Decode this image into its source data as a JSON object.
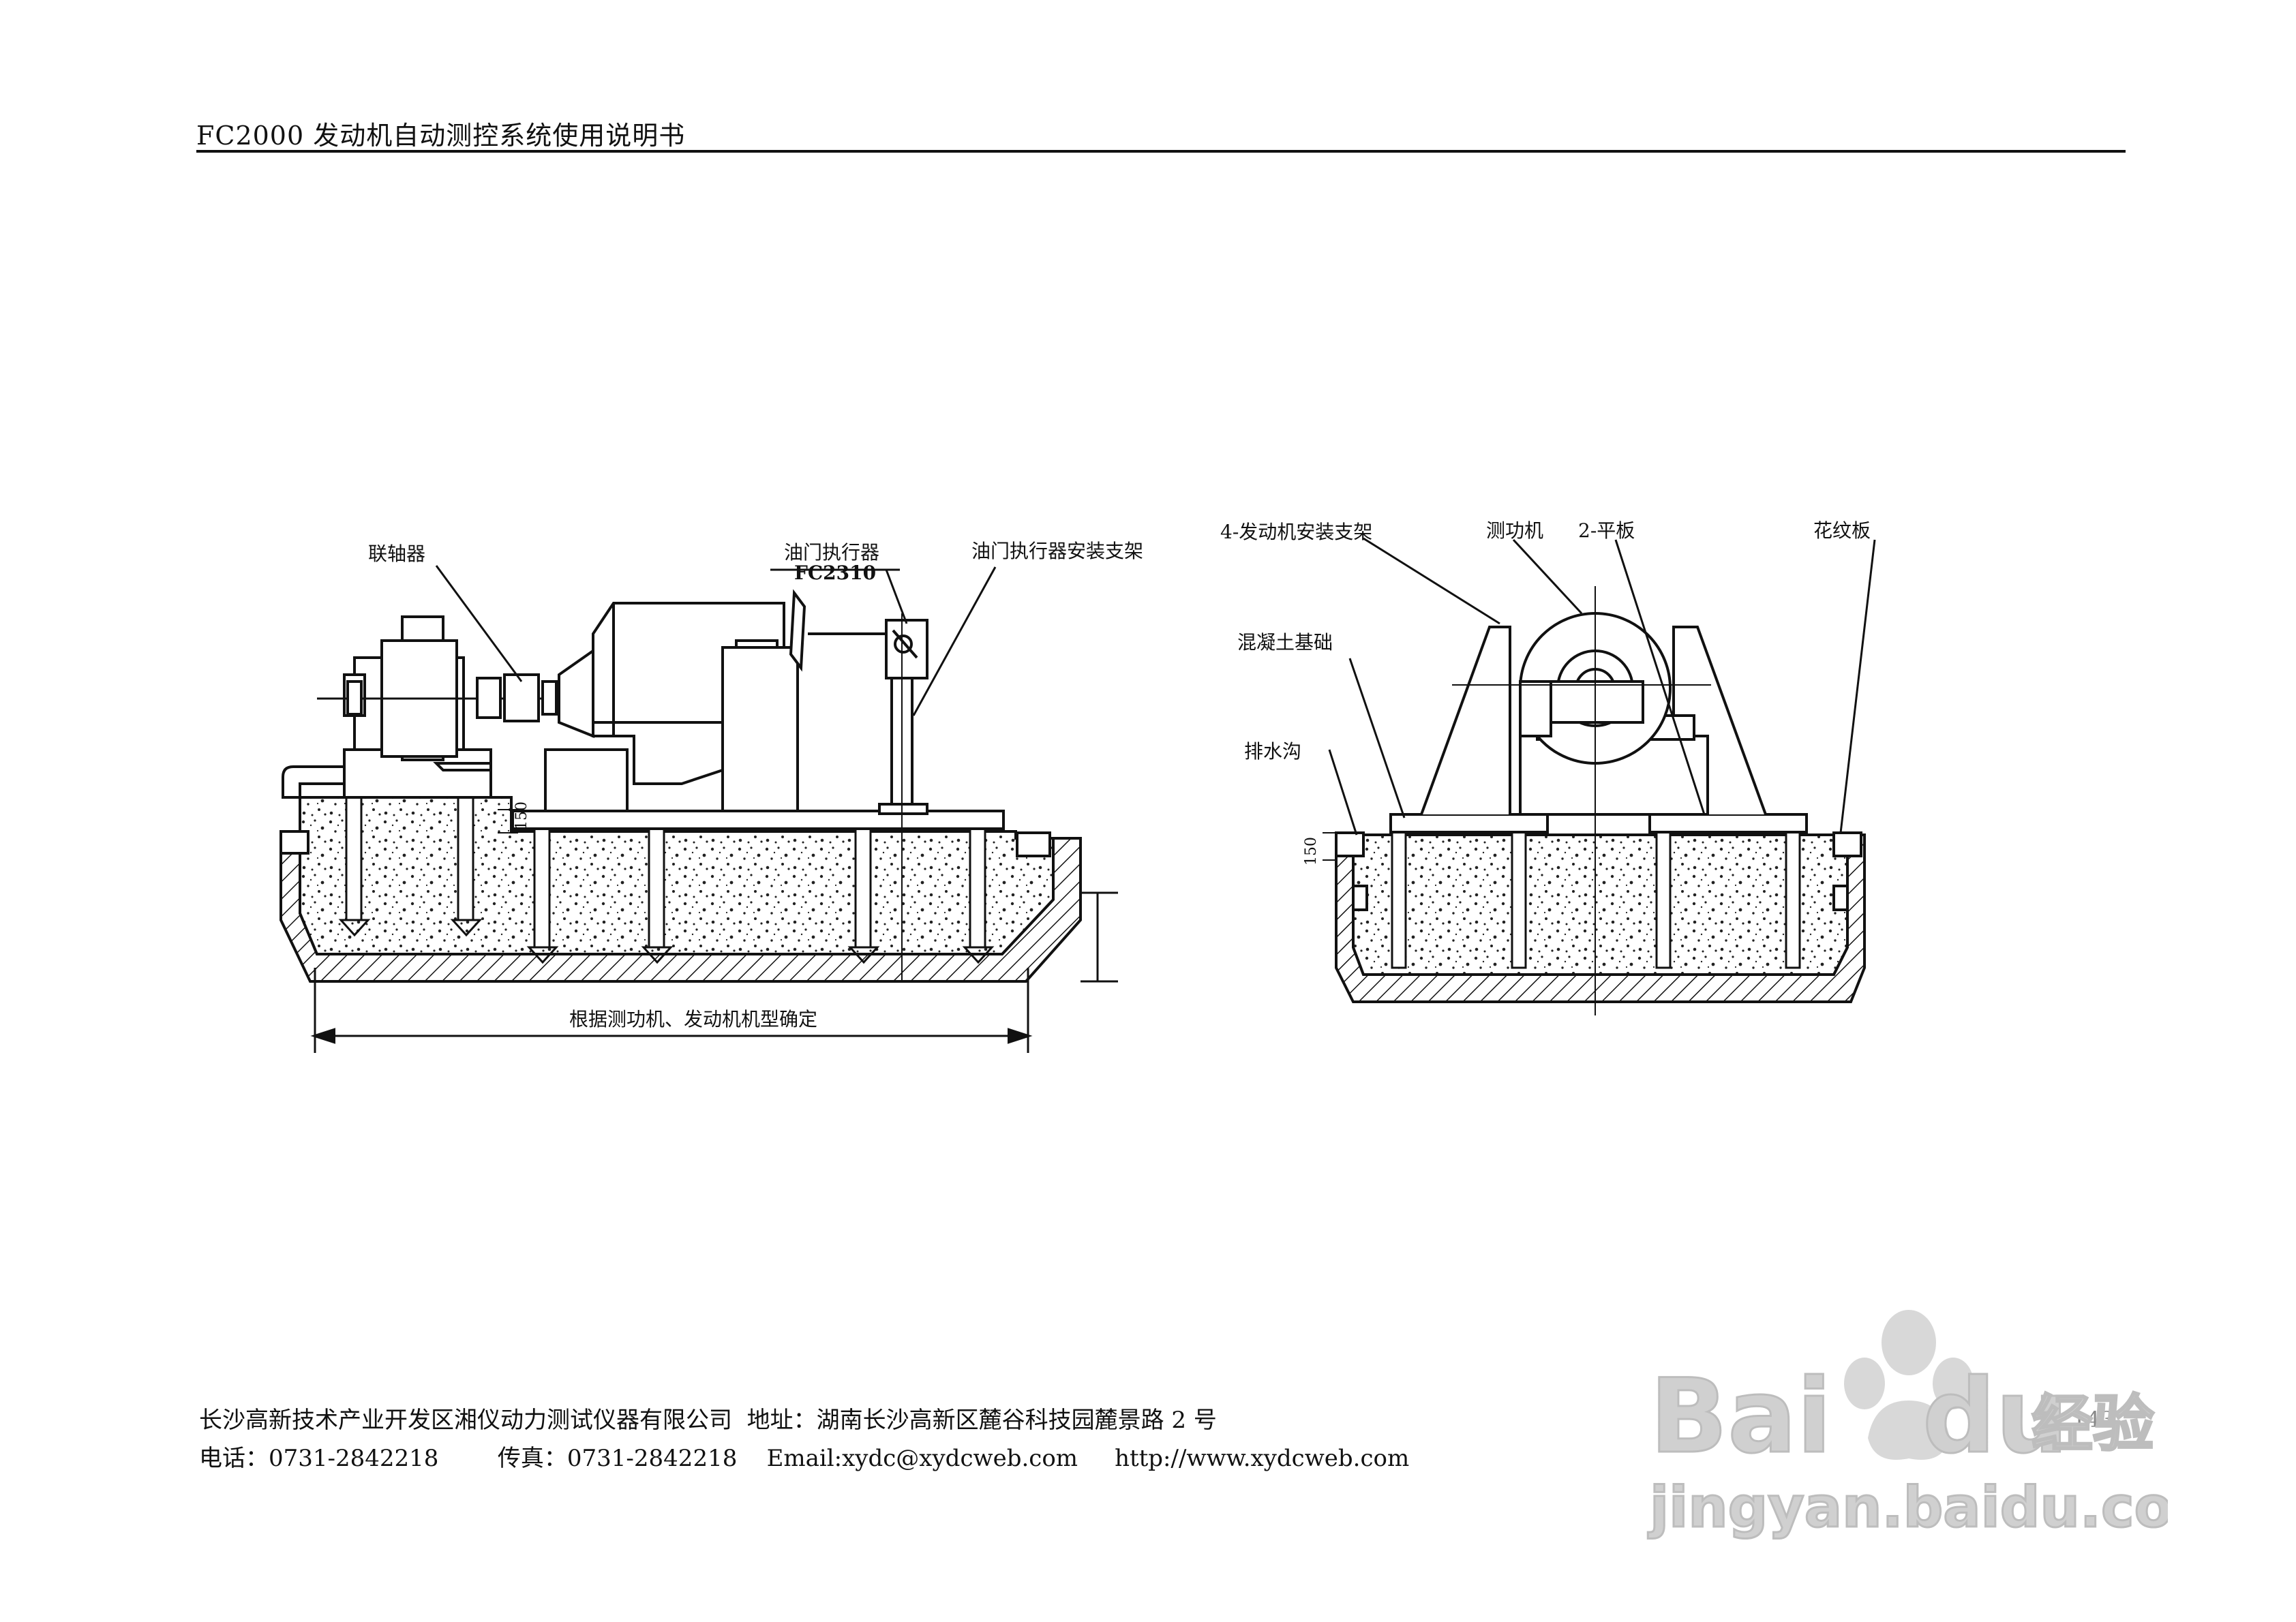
{
  "header": {
    "title": "FC2000 发动机自动测控系统使用说明书"
  },
  "diagram_left": {
    "labels": {
      "coupling": "联轴器",
      "throttle_actuator": "油门执行器",
      "throttle_model": "FC2310",
      "throttle_bracket": "油门执行器安装支架",
      "dim_150": "150",
      "span_note": "根据测功机、发动机机型确定"
    }
  },
  "diagram_right": {
    "labels": {
      "engine_bracket": "4-发动机安装支架",
      "dynamometer": "测功机",
      "flat_plate": "2-平板",
      "checker_plate": "花纹板",
      "concrete_base": "混凝土基础",
      "drain_ditch": "排水沟",
      "dim_150": "150"
    }
  },
  "footer": {
    "line1": "长沙高新技术产业开发区湘仪动力测试仪器有限公司  地址：湖南长沙高新区麓谷科技园麓景路 2 号",
    "line2": "电话：0731-2842218        传真：0731-2842218    Email:xydc@xydcweb.com     http://www.xydcweb.com",
    "page_number": "143"
  },
  "watermark": {
    "brand": "Bai",
    "brand2": "du",
    "cn": "经验",
    "url": "jingyan.baidu.com"
  }
}
